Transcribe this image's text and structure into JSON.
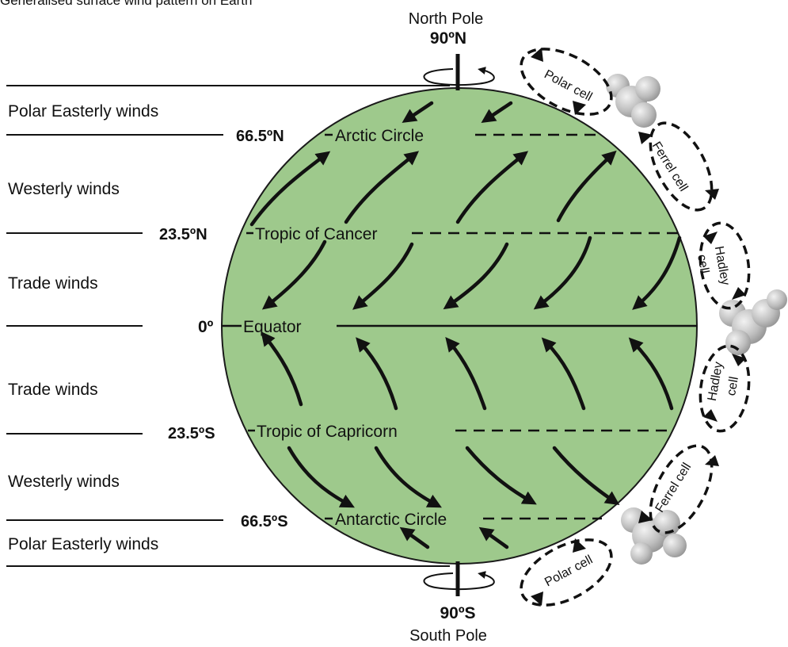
{
  "title": "Generalised surface wind pattern on Earth",
  "poles": {
    "north_label": "North Pole",
    "north_degree": "90ºN",
    "south_label": "South Pole",
    "south_degree": "90ºS"
  },
  "latitudes": {
    "arctic": {
      "degree": "66.5ºN",
      "name": "Arctic Circle"
    },
    "cancer": {
      "degree": "23.5ºN",
      "name": "Tropic of Cancer"
    },
    "equator": {
      "degree": "0º",
      "name": "Equator"
    },
    "capricorn": {
      "degree": "23.5ºS",
      "name": "Tropic of Capricorn"
    },
    "antarctic": {
      "degree": "66.5ºS",
      "name": "Antarctic Circle"
    }
  },
  "wind_belts": [
    "Polar Easterly winds",
    "Westerly winds",
    "Trade winds",
    "Trade winds",
    "Westerly winds",
    "Polar Easterly winds"
  ],
  "cells": {
    "north_polar": "Polar cell",
    "north_ferrel": "Ferrel cell",
    "north_hadley_1": "Hadley",
    "north_hadley_2": "cell",
    "south_hadley_1": "Hadley",
    "south_hadley_2": "cell",
    "south_ferrel": "Ferrel cell",
    "south_polar": "Polar cell"
  },
  "colors": {
    "globe": "#9ec98c",
    "globe_outline": "#1a1a1a",
    "ink": "#111111",
    "cloud": "#b9b9b9"
  }
}
